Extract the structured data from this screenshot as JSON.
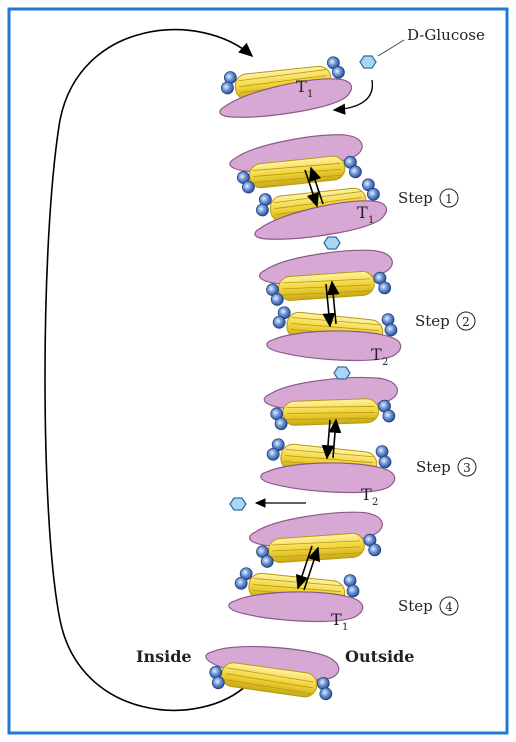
{
  "labels": {
    "glucose": "D-Glucose",
    "step1": "Step",
    "step2": "Step",
    "step3": "Step",
    "step4": "Step",
    "step1_num": "1",
    "step2_num": "2",
    "step3_num": "3",
    "step4_num": "4",
    "t1_a": "T",
    "t1_a_sub": "1",
    "t1_b": "T",
    "t1_b_sub": "1",
    "t2_a": "T",
    "t2_a_sub": "2",
    "t2_b": "T",
    "t2_b_sub": "2",
    "t1_c": "T",
    "t1_c_sub": "1",
    "inside": "Inside",
    "outside": "Outside"
  },
  "colors": {
    "frame": "#1f7bd3",
    "protein": "#d8a8d5",
    "protein_stroke": "#8a5a8a",
    "helix": "#f2da45",
    "helix_stroke": "#b69a10",
    "bead": "#3f6fc2",
    "bead_light": "#c9dcf5",
    "glucose": "#a9d6f2",
    "arrow": "#000000"
  }
}
